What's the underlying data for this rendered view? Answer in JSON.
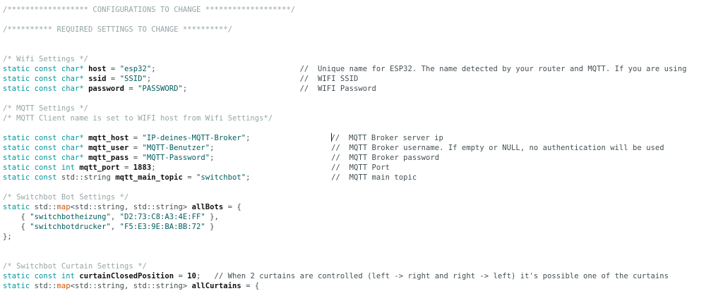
{
  "colors": {
    "keyword": "#00979C",
    "function": "#D35400",
    "string": "#005C5F",
    "plain": "#434F54",
    "block_comment": "#95A5A6",
    "line_comment": "#434F54",
    "identifier": "#111111",
    "background": "#ffffff",
    "caret": "#1a1a1a"
  },
  "editor": {
    "language": "cpp",
    "caret_line": 14,
    "lines": [
      {
        "segments": [
          {
            "t": "c1",
            "s": "/****************** CONFIGURATIONS TO CHANGE *******************/"
          }
        ]
      },
      {
        "segments": []
      },
      {
        "segments": [
          {
            "t": "c1",
            "s": "/********** REQUIRED SETTINGS TO CHANGE **********/"
          }
        ]
      },
      {
        "segments": []
      },
      {
        "segments": []
      },
      {
        "segments": [
          {
            "t": "c1",
            "s": "/* Wifi Settings */"
          }
        ]
      },
      {
        "segments": [
          {
            "t": "kw",
            "s": "static const char*"
          },
          {
            "t": "pl",
            "s": " "
          },
          {
            "t": "id",
            "s": "host"
          },
          {
            "t": "pl",
            "s": " = "
          },
          {
            "t": "str",
            "s": "\"esp32\""
          },
          {
            "t": "pl",
            "s": ";"
          },
          {
            "t": "pl",
            "s": "                                "
          },
          {
            "t": "c2",
            "s": "//  Unique name for ESP32. The name detected by your router and MQTT. If you are using"
          }
        ]
      },
      {
        "segments": [
          {
            "t": "kw",
            "s": "static const char*"
          },
          {
            "t": "pl",
            "s": " "
          },
          {
            "t": "id",
            "s": "ssid"
          },
          {
            "t": "pl",
            "s": " = "
          },
          {
            "t": "str",
            "s": "\"SSID\""
          },
          {
            "t": "pl",
            "s": ";"
          },
          {
            "t": "pl",
            "s": "                                 "
          },
          {
            "t": "c2",
            "s": "//  WIFI SSID"
          }
        ]
      },
      {
        "segments": [
          {
            "t": "kw",
            "s": "static const char*"
          },
          {
            "t": "pl",
            "s": " "
          },
          {
            "t": "id",
            "s": "password"
          },
          {
            "t": "pl",
            "s": " = "
          },
          {
            "t": "str",
            "s": "\"PASSWORD\""
          },
          {
            "t": "pl",
            "s": ";"
          },
          {
            "t": "pl",
            "s": "                         "
          },
          {
            "t": "c2",
            "s": "//  WIFI Password"
          }
        ]
      },
      {
        "segments": []
      },
      {
        "segments": [
          {
            "t": "c1",
            "s": "/* MQTT Settings */"
          }
        ]
      },
      {
        "segments": [
          {
            "t": "c1",
            "s": "/* MQTT Client name is set to WIFI host from Wifi Settings*/"
          }
        ]
      },
      {
        "segments": []
      },
      {
        "segments": [
          {
            "t": "kw",
            "s": "static const char*"
          },
          {
            "t": "pl",
            "s": " "
          },
          {
            "t": "id",
            "s": "mqtt_host"
          },
          {
            "t": "pl",
            "s": " = "
          },
          {
            "t": "str",
            "s": "\"IP-deines-MQTT-Broker\""
          },
          {
            "t": "pl",
            "s": ";"
          },
          {
            "t": "pl",
            "s": "                  "
          },
          {
            "t": "caret",
            "s": ""
          },
          {
            "t": "c2",
            "s": "//  MQTT Broker server ip"
          }
        ]
      },
      {
        "segments": [
          {
            "t": "kw",
            "s": "static const char*"
          },
          {
            "t": "pl",
            "s": " "
          },
          {
            "t": "id",
            "s": "mqtt_user"
          },
          {
            "t": "pl",
            "s": " = "
          },
          {
            "t": "str",
            "s": "\"MQTT-Benutzer\""
          },
          {
            "t": "pl",
            "s": ";"
          },
          {
            "t": "pl",
            "s": "                          "
          },
          {
            "t": "c2",
            "s": "//  MQTT Broker username. If empty or NULL, no authentication will be used"
          }
        ]
      },
      {
        "segments": [
          {
            "t": "kw",
            "s": "static const char*"
          },
          {
            "t": "pl",
            "s": " "
          },
          {
            "t": "id",
            "s": "mqtt_pass"
          },
          {
            "t": "pl",
            "s": " = "
          },
          {
            "t": "str",
            "s": "\"MQTT-Password\""
          },
          {
            "t": "pl",
            "s": ";"
          },
          {
            "t": "pl",
            "s": "                          "
          },
          {
            "t": "c2",
            "s": "//  MQTT Broker password"
          }
        ]
      },
      {
        "segments": [
          {
            "t": "kw",
            "s": "static const int"
          },
          {
            "t": "pl",
            "s": " "
          },
          {
            "t": "id",
            "s": "mqtt_port"
          },
          {
            "t": "pl",
            "s": " = "
          },
          {
            "t": "num",
            "s": "1883"
          },
          {
            "t": "pl",
            "s": ";"
          },
          {
            "t": "pl",
            "s": "                                       "
          },
          {
            "t": "c2",
            "s": "//  MQTT Port"
          }
        ]
      },
      {
        "segments": [
          {
            "t": "kw",
            "s": "static const"
          },
          {
            "t": "pl",
            "s": " std::string "
          },
          {
            "t": "id",
            "s": "mqtt_main_topic"
          },
          {
            "t": "pl",
            "s": " = "
          },
          {
            "t": "str",
            "s": "\"switchbot\""
          },
          {
            "t": "pl",
            "s": ";"
          },
          {
            "t": "pl",
            "s": "                  "
          },
          {
            "t": "c2",
            "s": "//  MQTT main topic"
          }
        ]
      },
      {
        "segments": []
      },
      {
        "segments": [
          {
            "t": "c1",
            "s": "/* Switchbot Bot Settings */"
          }
        ]
      },
      {
        "segments": [
          {
            "t": "kw",
            "s": "static"
          },
          {
            "t": "pl",
            "s": " std::"
          },
          {
            "t": "fn",
            "s": "map"
          },
          {
            "t": "pl",
            "s": "<std::string, std::string> "
          },
          {
            "t": "id",
            "s": "allBots"
          },
          {
            "t": "pl",
            "s": " = {"
          }
        ]
      },
      {
        "segments": [
          {
            "t": "pl",
            "s": "    { "
          },
          {
            "t": "str",
            "s": "\"switchbotheizung\""
          },
          {
            "t": "pl",
            "s": ", "
          },
          {
            "t": "str",
            "s": "\"D2:73:C8:A3:4E:FF\""
          },
          {
            "t": "pl",
            "s": " },"
          }
        ]
      },
      {
        "segments": [
          {
            "t": "pl",
            "s": "    { "
          },
          {
            "t": "str",
            "s": "\"switchbotdrucker\""
          },
          {
            "t": "pl",
            "s": ", "
          },
          {
            "t": "str",
            "s": "\"F5:E3:9E:BA:BB:72\""
          },
          {
            "t": "pl",
            "s": " }"
          }
        ]
      },
      {
        "segments": [
          {
            "t": "pl",
            "s": "};"
          }
        ]
      },
      {
        "segments": []
      },
      {
        "segments": []
      },
      {
        "segments": [
          {
            "t": "c1",
            "s": "/* Switchbot Curtain Settings */"
          }
        ]
      },
      {
        "segments": [
          {
            "t": "kw",
            "s": "static const int"
          },
          {
            "t": "pl",
            "s": " "
          },
          {
            "t": "id",
            "s": "curtainClosedPosition"
          },
          {
            "t": "pl",
            "s": " = "
          },
          {
            "t": "num",
            "s": "10"
          },
          {
            "t": "pl",
            "s": ";"
          },
          {
            "t": "pl",
            "s": "   "
          },
          {
            "t": "c2",
            "s": "// When 2 curtains are controlled (left -> right and right -> left) it's possible one of the curtains"
          }
        ]
      },
      {
        "segments": [
          {
            "t": "kw",
            "s": "static"
          },
          {
            "t": "pl",
            "s": " std::"
          },
          {
            "t": "fn",
            "s": "map"
          },
          {
            "t": "pl",
            "s": "<std::string, std::string> "
          },
          {
            "t": "id",
            "s": "allCurtains"
          },
          {
            "t": "pl",
            "s": " = {"
          }
        ]
      }
    ]
  }
}
